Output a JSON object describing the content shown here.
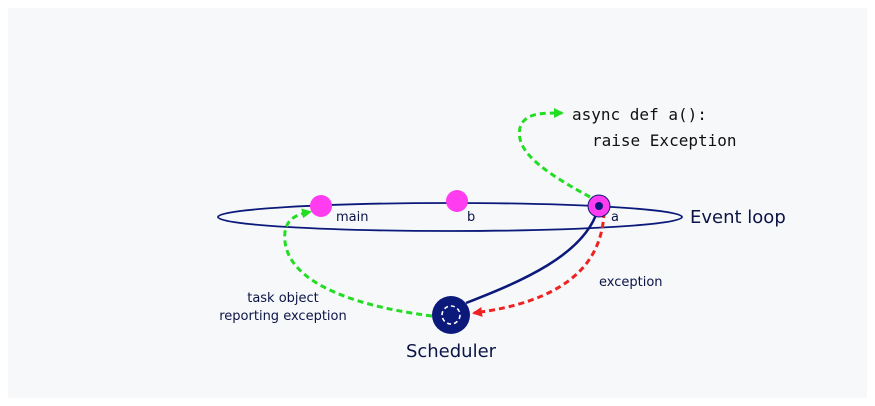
{
  "code": {
    "line1": "async def a():",
    "line2": "raise Exception"
  },
  "event_loop": {
    "label": "Event loop",
    "tasks": [
      {
        "label": "main"
      },
      {
        "label": "b"
      },
      {
        "label": "a"
      }
    ]
  },
  "scheduler": {
    "label": "Scheduler"
  },
  "arrows": {
    "exception_label": "exception",
    "task_object_line1": "task object",
    "task_object_line2": "reporting exception"
  },
  "colors": {
    "background": "#f7f8fa",
    "navy": "#0b1a7a",
    "magenta": "#ff3cf0",
    "green": "#22dd22",
    "red": "#ee2222"
  }
}
